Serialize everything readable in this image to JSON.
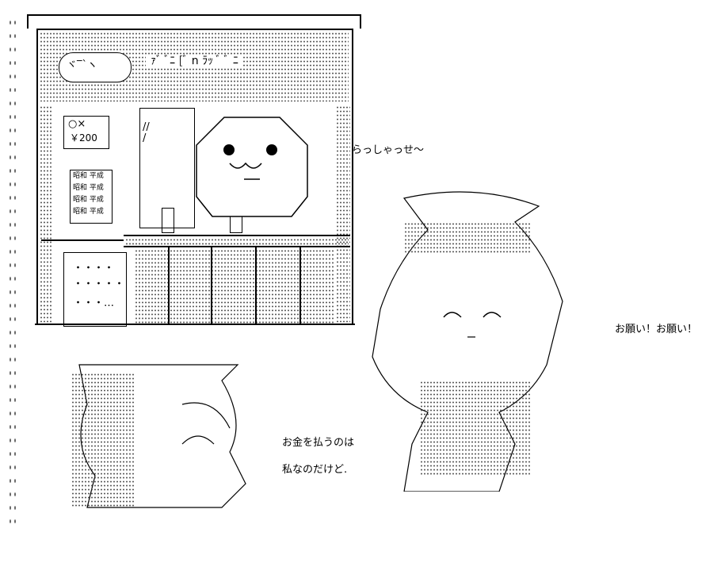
{
  "stall": {
    "sign": {
      "left": "ヾ‾`ヽ",
      "chars": [
        "ｧﾞ",
        "ﾞﾆ",
        "[ﾞ",
        "n",
        "ﾗｯ",
        "ﾞ",
        "ﾞ",
        "ﾆ"
      ]
    },
    "price_tag": {
      "symbols": "○×",
      "price": "￥200"
    },
    "eras": [
      "昭和 平成",
      "昭和 平成",
      "昭和 平成",
      "昭和 平成"
    ],
    "window_marks": "//\n/",
    "board": [
      "・・・・",
      "・・・・・",
      "・・・…"
    ]
  },
  "dialogue": {
    "shopkeeper": "らっしゃっせ〜",
    "girl_right": "お願い！お願い！",
    "girl_left_line1": "お金を払うのは",
    "girl_left_line2": "私なのだけど."
  }
}
